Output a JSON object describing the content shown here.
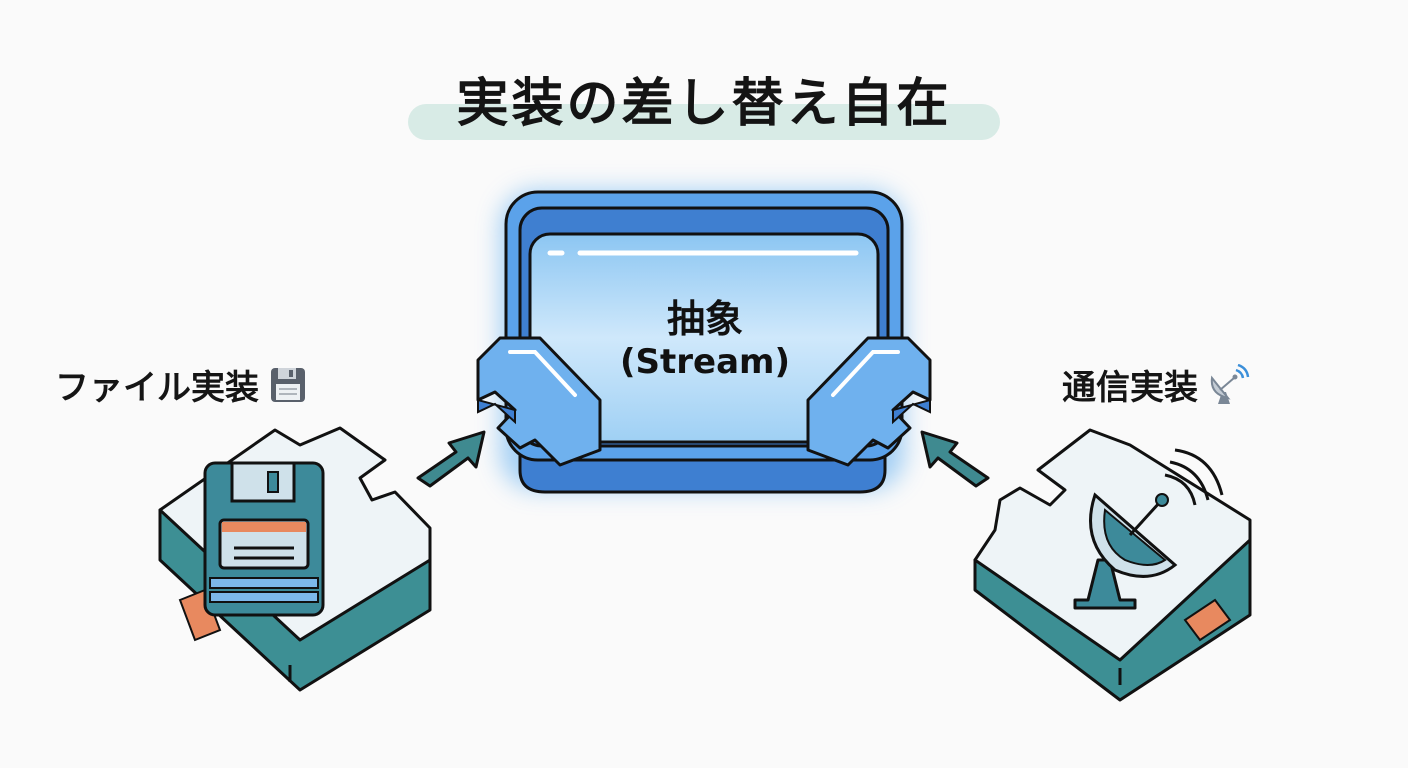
{
  "title": "実装の差し替え自在",
  "center": {
    "title": "抽象",
    "subtitle": "(Stream)",
    "icon": "adapter-frame-icon"
  },
  "left": {
    "label": "ファイル実装",
    "emoji_icon": "floppy-disk-icon",
    "piece_icon": "floppy-disk-icon"
  },
  "right": {
    "label": "通信実装",
    "emoji_icon": "satellite-antenna-icon",
    "piece_icon": "satellite-dish-icon"
  },
  "colors": {
    "background": "#fafafa",
    "title_highlight": "#d8ebe6",
    "center_blue": "#4a90e2",
    "center_fill": "#a9d4f5",
    "piece_teal": "#3d8f94",
    "piece_top": "#eef4f7",
    "accent_orange": "#e8895f",
    "arrow_teal": "#3f8a90"
  }
}
